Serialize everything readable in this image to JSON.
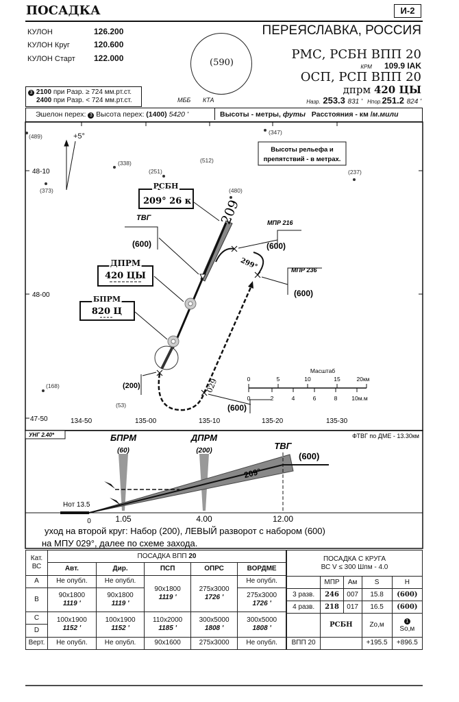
{
  "header": {
    "title": "ПОСАДКА",
    "page": "И-2",
    "location": "ПЕРЕЯСЛАВКА, РОССИЯ",
    "freqs": [
      {
        "name": "КУЛОН",
        "value": "126.200"
      },
      {
        "name": "КУЛОН Круг",
        "value": "120.600"
      },
      {
        "name": "КУЛОН Старт",
        "value": "122.000"
      }
    ],
    "msa": "(590)",
    "msa_labels": [
      "МББ",
      "КТА"
    ],
    "approach1": "РМС, РСБН ВПП 20",
    "krm_label": "КРМ",
    "krm_value": "109.9 IAK",
    "approach2": "ОСП, РСП ВПП 20",
    "dprm_label": "дпрм",
    "dprm_value": "420 ЦЫ",
    "hazr_label": "Hазр.",
    "hazr_m": "253.3",
    "hazr_ft": "831 '",
    "hpor_label": "Hпор.",
    "hpor_m": "251.2",
    "hpor_ft": "824 '"
  },
  "transition": {
    "line1_alt": "2100",
    "line1_text": "при Pазр. ≥ 724 мм.рт.ст.",
    "line2_alt": "2400",
    "line2_text": "при Pазр. < 724 мм.рт.ст.",
    "note_mark": "3",
    "level_label": "Эшелон перех:",
    "alt_label": "Высота перех:",
    "alt_m": "(1400)",
    "alt_ft": "5420 '",
    "units": "Высоты - метры,",
    "units_ft": "футы",
    "dist": "Расстояния - км /",
    "dist_nm": "м.мили"
  },
  "plan": {
    "variation": "+5°",
    "terrain_note": [
      "Высоты рельефа и",
      "препятствий - в метрах."
    ],
    "obstacles": [
      "(489)",
      "(347)",
      "(338)",
      "(512)",
      "(251)",
      "(237)",
      "(373)",
      "(480)",
      "(168)",
      "(53)"
    ],
    "lat": [
      "48-10",
      "48-00",
      "47-50"
    ],
    "lon": [
      "134-50",
      "135-00",
      "135-10",
      "135-20",
      "135-30"
    ],
    "rsbn": {
      "title": "РСБН",
      "value": "209°   26 к"
    },
    "dprm": {
      "title": "ДПРМ",
      "value": "420 ЦЫ"
    },
    "bprm": {
      "title": "БПРМ",
      "value": "820 Ц"
    },
    "tvg": "ТВГ",
    "tvg_alt": "(600)",
    "course": "209",
    "mpr216": "МПР 216",
    "mpr216_alt": "(600)",
    "mpr236": "МПР 236",
    "mpr236_alt": "(600)",
    "turn": "299°",
    "outbound": "029",
    "ga_alt": "(200)",
    "fix_alt": "(600)",
    "scale_title": "Масштаб",
    "scale_km": [
      "0",
      "5",
      "10",
      "15",
      "20км"
    ],
    "scale_nm": [
      "0",
      "2",
      "4",
      "6",
      "8",
      "10м.м"
    ]
  },
  "profile": {
    "ung": "УНГ 2.40*",
    "ftvg": "ФТВГ по ДМЕ - 13.30км",
    "bprm": "БПРМ",
    "bprm_alt": "(60)",
    "dprm": "ДПРМ",
    "dprm_alt": "(200)",
    "tvg": "ТВГ",
    "tvg_alt": "(600)",
    "course": "209°",
    "hot": "Hот 13.5",
    "dists": [
      "0",
      "1.05",
      "4.00",
      "12.00"
    ],
    "missed": [
      "уход на второй круг: Набор (200), ЛЕВЫЙ разворот с набором (600)",
      "на МПУ 029°, далее по схеме захода."
    ]
  },
  "minima": {
    "title": "ПОСАДКА ВПП",
    "rwy": "20",
    "cat_header": [
      "Кат.",
      "ВС"
    ],
    "cols": [
      "Авт.",
      "Дир.",
      "ПСП",
      "ОПРС",
      "ВОРДМЕ"
    ],
    "rows": {
      "A": [
        "Не опубл.",
        "Не опубл.",
        "Не опубл."
      ],
      "B": [
        [
          "90x1800",
          "1119 '"
        ],
        [
          "90x1800",
          "1119 '"
        ],
        [
          "275x3000",
          "1726 '"
        ]
      ],
      "AB_psp": [
        "90x1800",
        "1119 '"
      ],
      "AB_oprs": [
        "275x3000",
        "1726 '"
      ],
      "CD": [
        [
          "100x1900",
          "1152 '"
        ],
        [
          "100x1900",
          "1152 '"
        ],
        [
          "110x2000",
          "1185 '"
        ],
        [
          "300x5000",
          "1808 '"
        ],
        [
          "300x5000",
          "1808 '"
        ]
      ],
      "vert": [
        "Верт.",
        "Не опубл.",
        "Не опубл.",
        "90x1600",
        "275x3000",
        "Не опубл."
      ]
    },
    "cats": [
      "A",
      "B",
      "C",
      "D"
    ]
  },
  "circling": {
    "title": "ПОСАДКА С КРУГА",
    "sub": "ВС V ≤ 300  Шпм - 4.0",
    "cols": [
      "МПР",
      "Ам",
      "S",
      "H"
    ],
    "rows": [
      [
        "3 разв.",
        "246",
        "007",
        "15.8",
        "(600)"
      ],
      [
        "4 разв.",
        "218",
        "017",
        "16.5",
        "(600)"
      ]
    ],
    "rsbn_cols": [
      "РСБН",
      "Zо,м",
      "Sо,м"
    ],
    "note_mark": "1",
    "rsbn_row": [
      "ВПП 20",
      "",
      "+195.5",
      "+896.5"
    ]
  }
}
